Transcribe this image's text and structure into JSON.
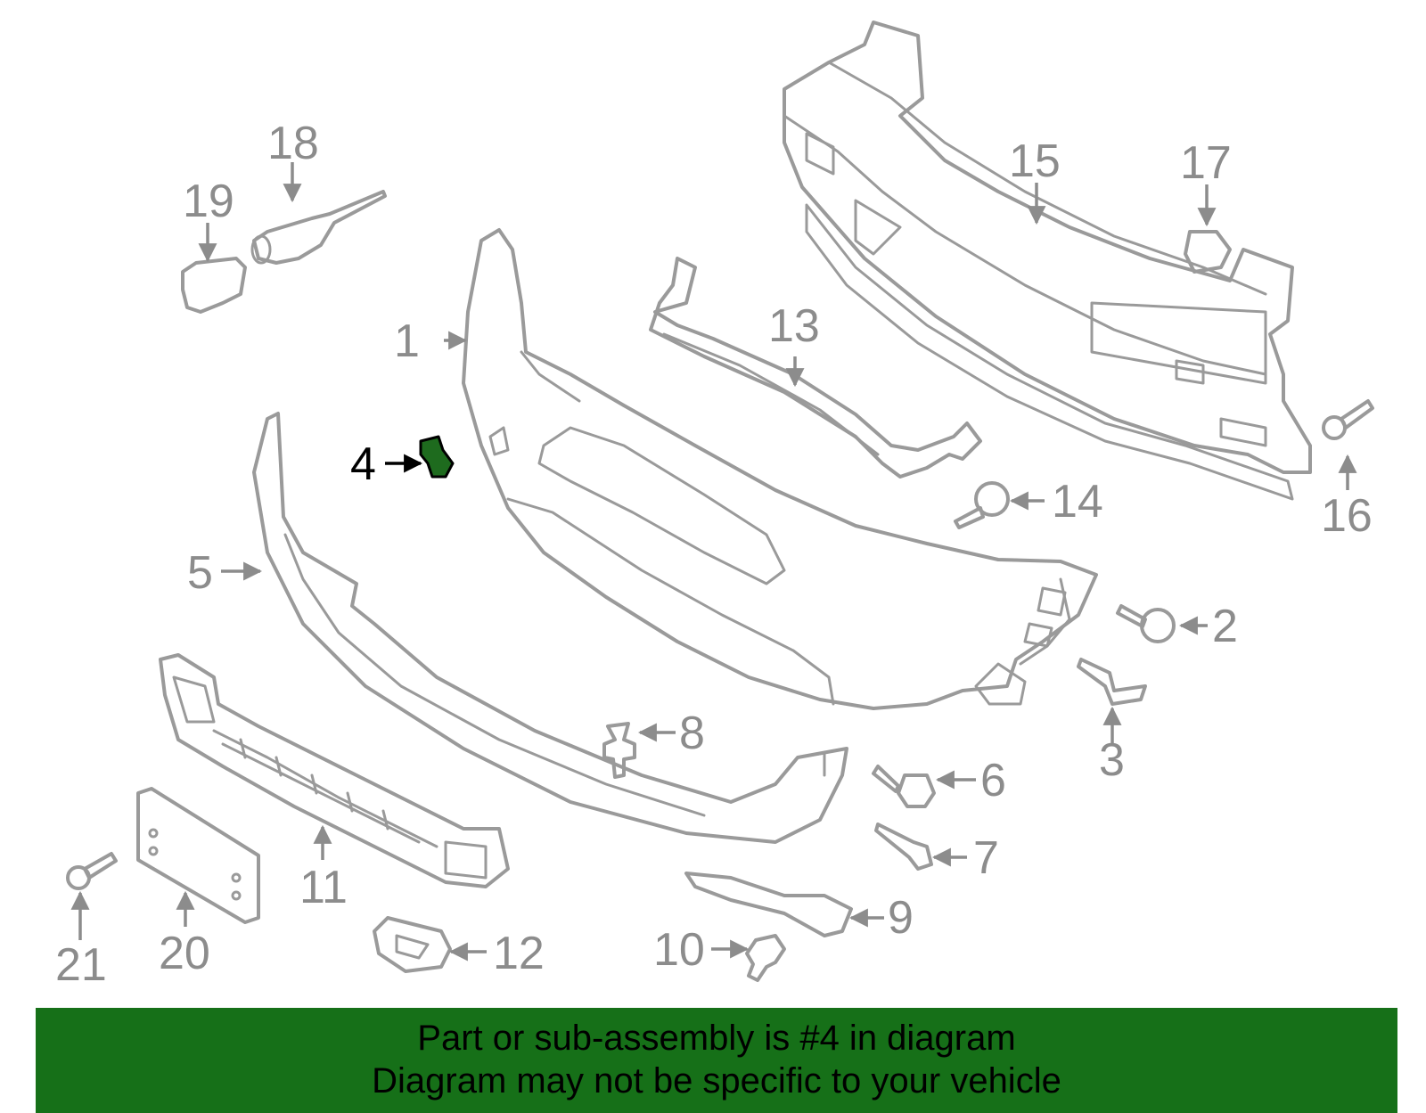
{
  "diagram": {
    "highlight_color": "#1e6b1e",
    "outline_color": "#9a9a9a",
    "callouts": {
      "p1": "1",
      "p2": "2",
      "p3": "3",
      "p4": "4",
      "p5": "5",
      "p6": "6",
      "p7": "7",
      "p8": "8",
      "p9": "9",
      "p10": "10",
      "p11": "11",
      "p12": "12",
      "p13": "13",
      "p14": "14",
      "p15": "15",
      "p16": "16",
      "p17": "17",
      "p18": "18",
      "p19": "19",
      "p20": "20",
      "p21": "21"
    },
    "highlighted_part": "4"
  },
  "banner": {
    "background": "#167018",
    "line1": "Part or sub-assembly is #4 in diagram",
    "line2": "Diagram may not be specific to your vehicle"
  }
}
